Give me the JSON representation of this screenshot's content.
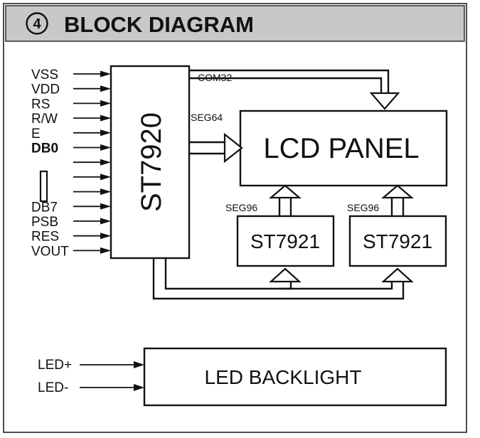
{
  "header": {
    "number_symbol": "④",
    "title": "BLOCK DIAGRAM",
    "background": "#c8c8c8"
  },
  "controller": {
    "label": "ST7920"
  },
  "panel": {
    "label": "LCD PANEL"
  },
  "drivers": [
    {
      "label": "ST7921",
      "bus_label": "SEG96"
    },
    {
      "label": "ST7921",
      "bus_label": "SEG96"
    }
  ],
  "buses": {
    "com": "COM32",
    "seg": "SEG64"
  },
  "pins": [
    "VSS",
    "VDD",
    "RS",
    "R/W",
    "E",
    "DB0",
    "",
    "",
    "",
    "DB7",
    "PSB",
    "RES",
    "VOUT"
  ],
  "backlight": {
    "label": "LED BACKLIGHT",
    "pins": [
      "LED+",
      "LED-"
    ]
  },
  "colors": {
    "stroke": "#111111",
    "fill": "#ffffff"
  }
}
